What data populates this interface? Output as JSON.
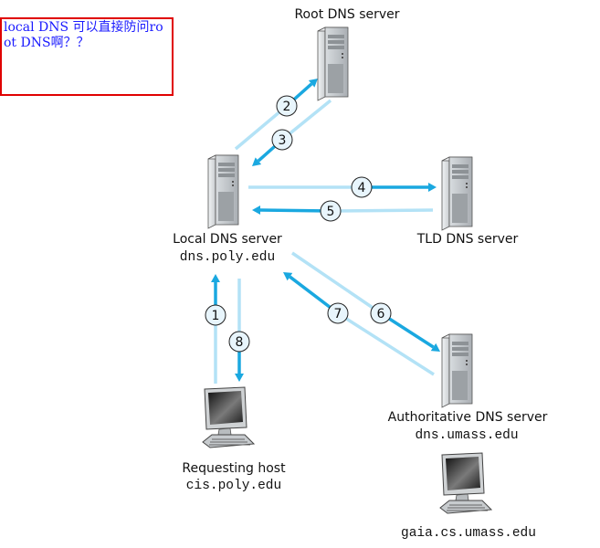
{
  "annotation": {
    "text": "local DNS 可以直接防问root DNS啊？？",
    "border_color": "#e00000",
    "text_color": "#1a1aff"
  },
  "colors": {
    "arrow_dark": "#1aa8e0",
    "arrow_light": "#b3e2f6",
    "step_badge_fill": "#e8f5fc",
    "step_badge_stroke": "#222222"
  },
  "nodes": {
    "root": {
      "label": "Root DNS server",
      "hostname": ""
    },
    "local": {
      "label": "Local DNS server",
      "hostname": "dns.poly.edu"
    },
    "tld": {
      "label": "TLD DNS server",
      "hostname": ""
    },
    "authoritative": {
      "label": "Authoritative DNS server",
      "hostname": "dns.umass.edu"
    },
    "requesting": {
      "label": "Requesting host",
      "hostname": "cis.poly.edu"
    },
    "target": {
      "label": "",
      "hostname": "gaia.cs.umass.edu"
    }
  },
  "steps": [
    {
      "number": "1",
      "from": "requesting",
      "to": "local"
    },
    {
      "number": "2",
      "from": "local",
      "to": "root"
    },
    {
      "number": "3",
      "from": "root",
      "to": "local"
    },
    {
      "number": "4",
      "from": "local",
      "to": "tld"
    },
    {
      "number": "5",
      "from": "tld",
      "to": "local"
    },
    {
      "number": "6",
      "from": "local",
      "to": "authoritative"
    },
    {
      "number": "7",
      "from": "authoritative",
      "to": "local"
    },
    {
      "number": "8",
      "from": "local",
      "to": "requesting"
    }
  ]
}
